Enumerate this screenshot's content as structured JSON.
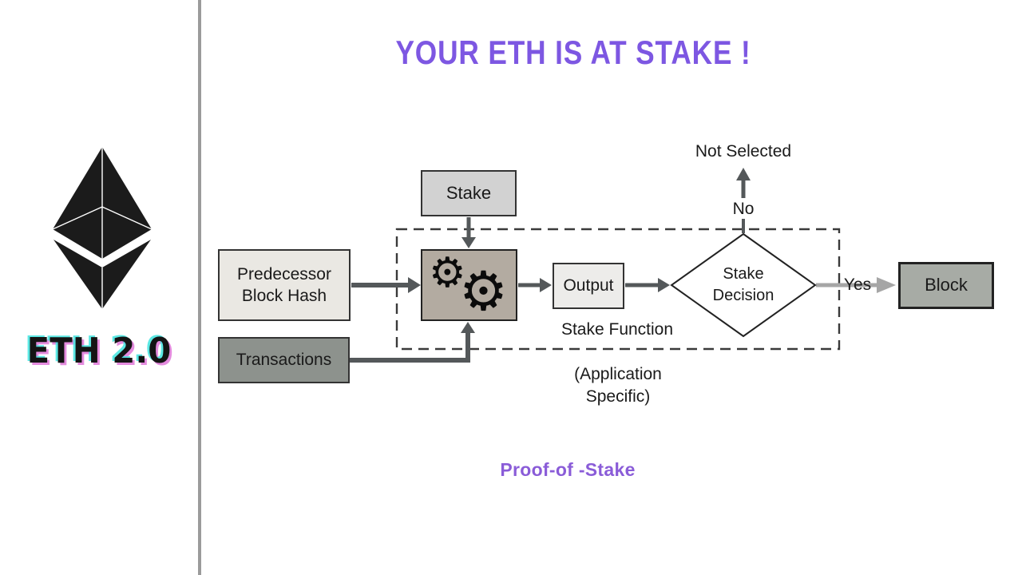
{
  "sidebar": {
    "brand": "ETH 2.0"
  },
  "header": {
    "title": "YOUR ETH IS AT STAKE !"
  },
  "diagram": {
    "nodes": {
      "stake": "Stake",
      "predecessor": "Predecessor Block Hash",
      "transactions": "Transactions",
      "output": "Output",
      "stake_decision": "Stake Decision",
      "block": "Block"
    },
    "labels": {
      "not_selected": "Not Selected",
      "no": "No",
      "yes": "Yes",
      "stake_function": "Stake Function",
      "application_specific": "(Application Specific)"
    },
    "caption": "Proof-of -Stake"
  },
  "icons": {
    "gear": "⚙"
  },
  "colors": {
    "title_purple": "#7d57e2",
    "caption_purple": "#8a5cd8",
    "arrow_dark": "#54585a",
    "arrow_light": "#a6a6a6",
    "divider_gray": "#9b9b9b",
    "node_stake_bg": "#d2d2d2",
    "node_predecessor_bg": "#eae8e3",
    "node_transactions_bg": "#8d928d",
    "node_gears_bg": "#b3aba1",
    "node_output_bg": "#edecea",
    "node_block_bg": "#a7aba5",
    "brand_glow_cyan": "#40e4df",
    "brand_glow_magenta": "#d23ec8"
  }
}
